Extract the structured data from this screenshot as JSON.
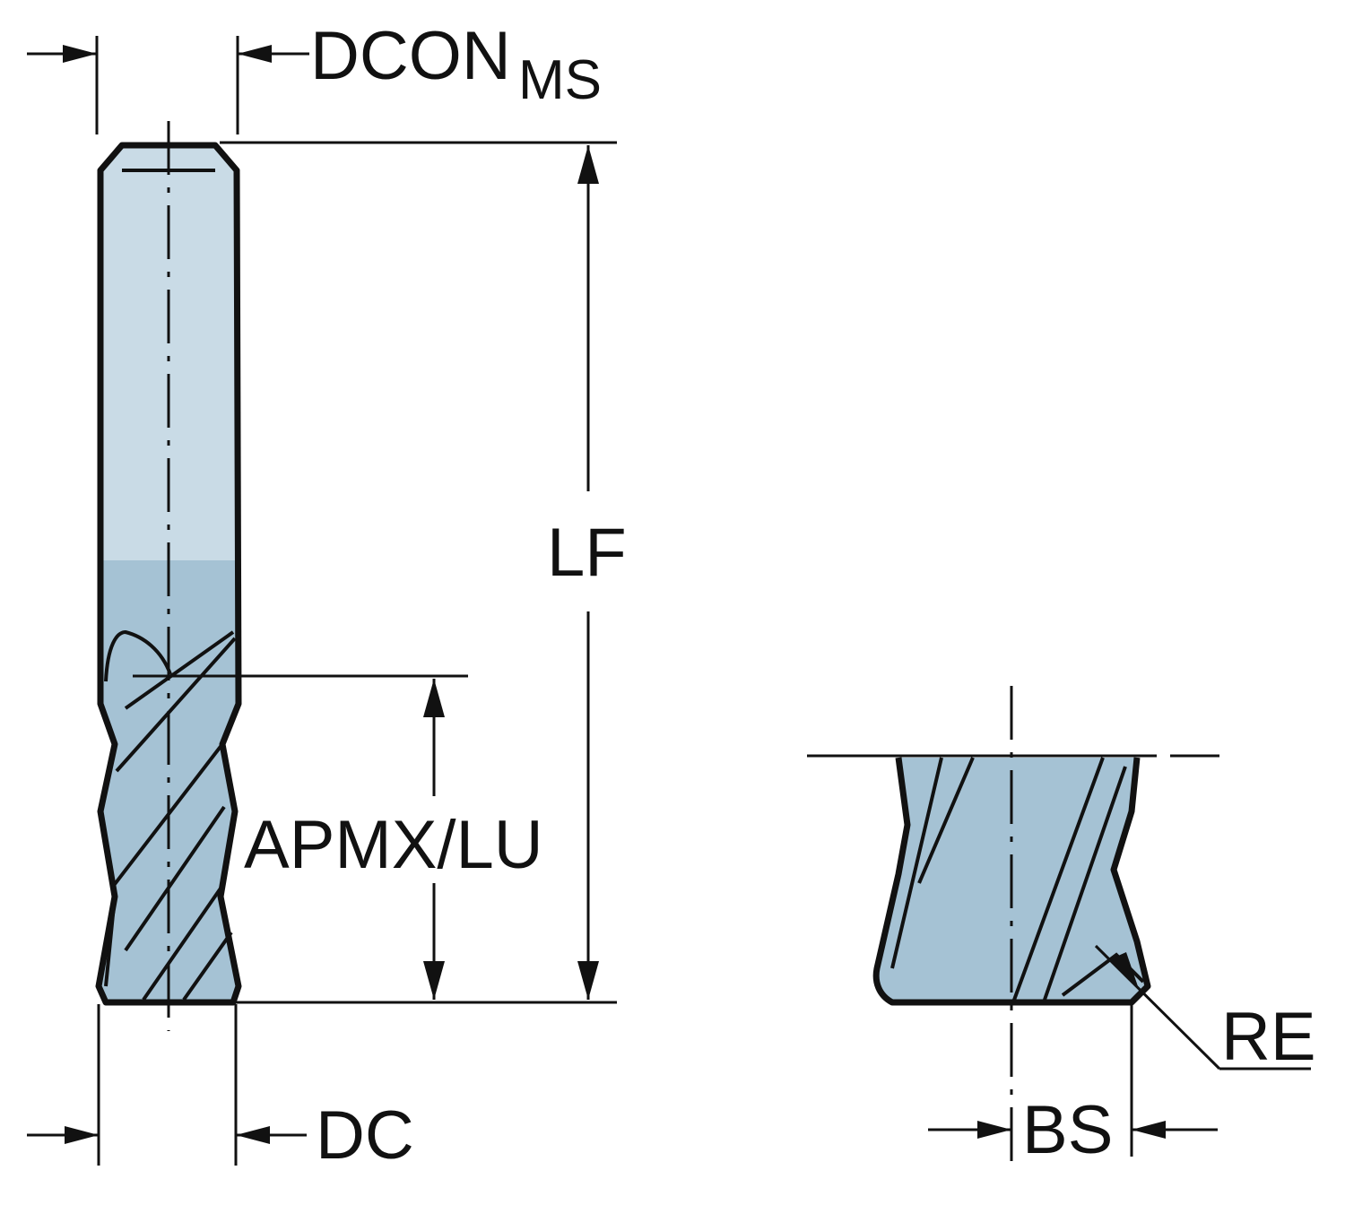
{
  "labels": {
    "dcon": "DCON",
    "dcon_sub": "MS",
    "lf": "LF",
    "apmx_lu": "APMX/LU",
    "dc": "DC",
    "bs": "BS",
    "re": "RE"
  },
  "colors": {
    "shank": "#c9dbe6",
    "cutting": "#a5c2d4",
    "line": "#111111"
  }
}
